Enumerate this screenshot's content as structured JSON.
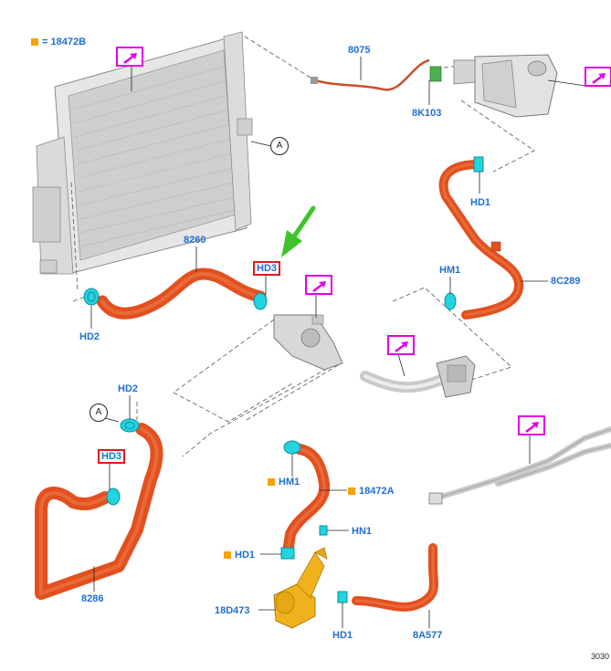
{
  "legend": {
    "text": "= 18472B"
  },
  "reference_number": "3030",
  "circle_marker": "A",
  "labels": {
    "l8075": "8075",
    "l8K103": "8K103",
    "lHD1_top": "HD1",
    "lHM1_right": "HM1",
    "l8C289": "8C289",
    "l8260": "8260",
    "lHD3_top": "HD3",
    "lHD2_left": "HD2",
    "lHD2_mid": "HD2",
    "lHD3_mid": "HD3",
    "l8286": "8286",
    "lHM1_center": "HM1",
    "l18472A": "18472A",
    "lHN1": "HN1",
    "lHD1_center": "HD1",
    "l18D473": "18D473",
    "lHD1_bottom": "HD1",
    "l8A577": "8A577"
  },
  "colors": {
    "hose_orange": "#e2501f",
    "clamp_cyan": "#22d3e0",
    "label_blue": "#1f6fd1",
    "callout_magenta": "#e400e4",
    "highlight_red": "#e8141e",
    "arrow_green": "#3ec42a",
    "pump_yellow": "#f0b21c",
    "marker_orange": "#f5a300"
  },
  "icons": [
    "view-callout-icon",
    "direction-arrow-icon",
    "circle-marker-a"
  ]
}
